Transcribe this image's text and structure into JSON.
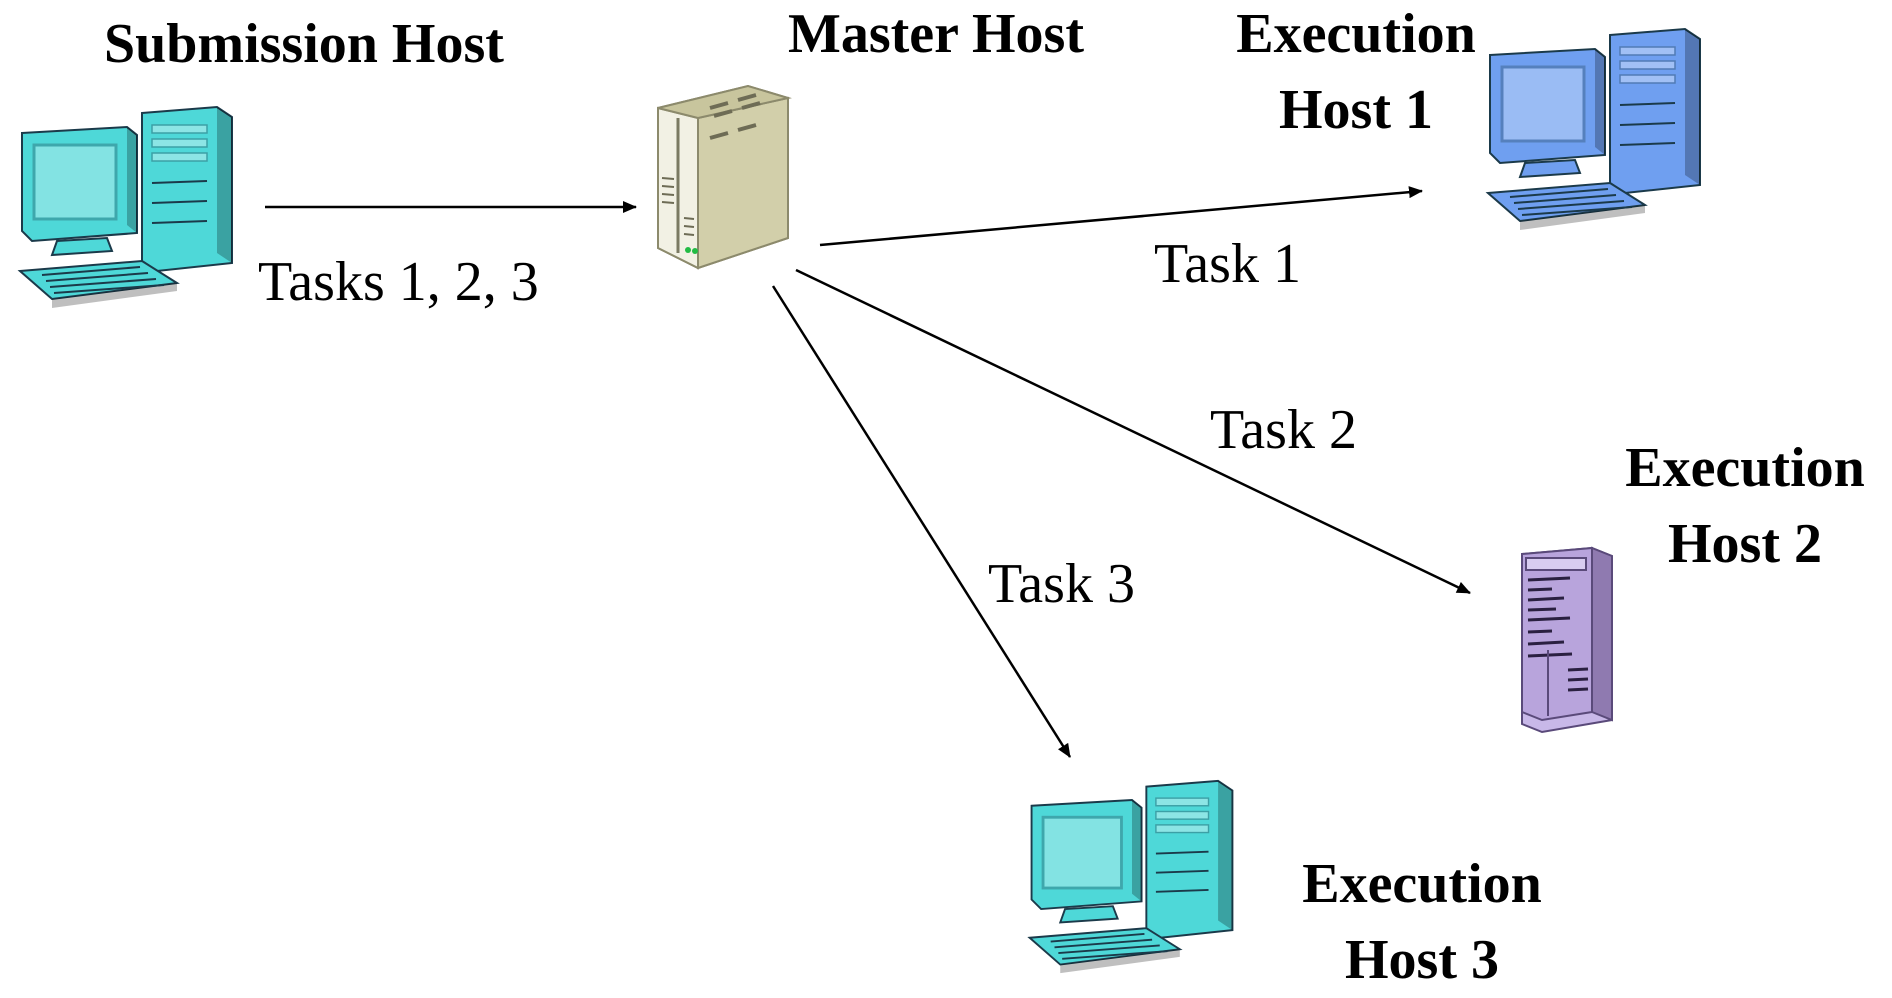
{
  "nodes": {
    "submission": {
      "title": "Submission Host",
      "icon": "desktop-computer-icon",
      "color": "#4ed8d8"
    },
    "master": {
      "title": "Master Host",
      "icon": "tower-server-icon",
      "color": "#d8d6b8"
    },
    "exec1": {
      "title_line1": "Execution",
      "title_line2": "Host 1",
      "icon": "desktop-computer-icon",
      "color": "#6f9ff0"
    },
    "exec2": {
      "title_line1": "Execution",
      "title_line2": "Host 2",
      "icon": "rack-server-icon",
      "color": "#b9a5d8"
    },
    "exec3": {
      "title_line1": "Execution",
      "title_line2": "Host 3",
      "icon": "desktop-computer-icon",
      "color": "#4ed8d8"
    }
  },
  "edges": {
    "submit": {
      "label": "Tasks 1, 2, 3",
      "from": "Submission Host",
      "to": "Master Host"
    },
    "task1": {
      "label": "Task 1",
      "from": "Master Host",
      "to": "Execution Host 1"
    },
    "task2": {
      "label": "Task 2",
      "from": "Master Host",
      "to": "Execution Host 2"
    },
    "task3": {
      "label": "Task 3",
      "from": "Master Host",
      "to": "Execution Host 3"
    }
  }
}
